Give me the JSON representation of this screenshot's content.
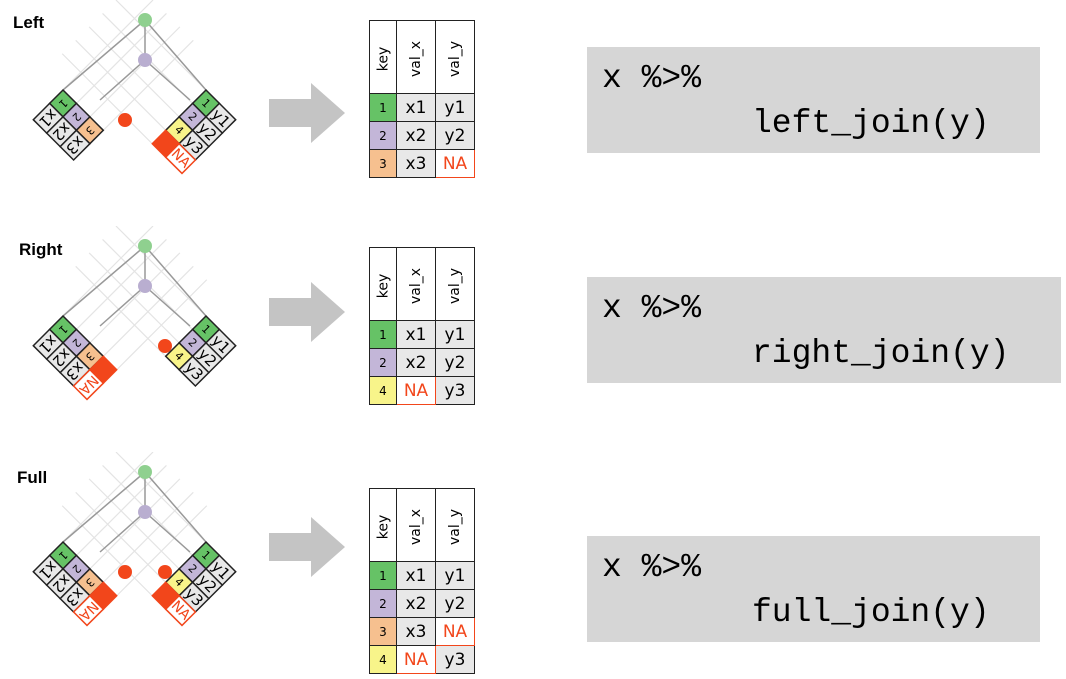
{
  "colors": {
    "key1": "#66c266",
    "key2": "#c3b6d8",
    "key3": "#f6c08f",
    "key4": "#f8f48a",
    "missing": "#f2461b",
    "cell": "#e8e8e8",
    "arrow": "#c4c4c4",
    "code_bg": "#d6d6d6",
    "dot_green": "#8fd08f",
    "dot_purple": "#b9aed0"
  },
  "table_headers": [
    "key",
    "val_x",
    "val_y"
  ],
  "joins": [
    {
      "label": "Left",
      "code_line1": "x %>%",
      "code_line2": "left_join(y)",
      "rows": [
        {
          "key": "1",
          "key_color": "key1",
          "val_x": "x1",
          "val_y": "y1",
          "x_na": false,
          "y_na": false
        },
        {
          "key": "2",
          "key_color": "key2",
          "val_x": "x2",
          "val_y": "y2",
          "x_na": false,
          "y_na": false
        },
        {
          "key": "3",
          "key_color": "key3",
          "val_x": "x3",
          "val_y": "NA",
          "x_na": false,
          "y_na": true
        }
      ],
      "x_table": [
        {
          "key": "1",
          "key_color": "key1",
          "val": "x1",
          "na": false
        },
        {
          "key": "2",
          "key_color": "key2",
          "val": "x2",
          "na": false
        },
        {
          "key": "3",
          "key_color": "key3",
          "val": "x3",
          "na": false
        }
      ],
      "y_table": [
        {
          "key": "1",
          "key_color": "key1",
          "val": "y1",
          "na": false
        },
        {
          "key": "2",
          "key_color": "key2",
          "val": "y2",
          "na": false
        },
        {
          "key": "4",
          "key_color": "key4",
          "val": "y3",
          "na": false
        },
        {
          "key": "",
          "key_color": "missing",
          "val": "NA",
          "na": true
        }
      ]
    },
    {
      "label": "Right",
      "code_line1": "x %>%",
      "code_line2": "right_join(y)",
      "rows": [
        {
          "key": "1",
          "key_color": "key1",
          "val_x": "x1",
          "val_y": "y1",
          "x_na": false,
          "y_na": false
        },
        {
          "key": "2",
          "key_color": "key2",
          "val_x": "x2",
          "val_y": "y2",
          "x_na": false,
          "y_na": false
        },
        {
          "key": "4",
          "key_color": "key4",
          "val_x": "NA",
          "val_y": "y3",
          "x_na": true,
          "y_na": false
        }
      ],
      "x_table": [
        {
          "key": "1",
          "key_color": "key1",
          "val": "x1",
          "na": false
        },
        {
          "key": "2",
          "key_color": "key2",
          "val": "x2",
          "na": false
        },
        {
          "key": "3",
          "key_color": "key3",
          "val": "x3",
          "na": false
        },
        {
          "key": "",
          "key_color": "missing",
          "val": "NA",
          "na": true
        }
      ],
      "y_table": [
        {
          "key": "1",
          "key_color": "key1",
          "val": "y1",
          "na": false
        },
        {
          "key": "2",
          "key_color": "key2",
          "val": "y2",
          "na": false
        },
        {
          "key": "4",
          "key_color": "key4",
          "val": "y3",
          "na": false
        }
      ]
    },
    {
      "label": "Full",
      "code_line1": "x %>%",
      "code_line2": "full_join(y)",
      "rows": [
        {
          "key": "1",
          "key_color": "key1",
          "val_x": "x1",
          "val_y": "y1",
          "x_na": false,
          "y_na": false
        },
        {
          "key": "2",
          "key_color": "key2",
          "val_x": "x2",
          "val_y": "y2",
          "x_na": false,
          "y_na": false
        },
        {
          "key": "3",
          "key_color": "key3",
          "val_x": "x3",
          "val_y": "NA",
          "x_na": false,
          "y_na": true
        },
        {
          "key": "4",
          "key_color": "key4",
          "val_x": "NA",
          "val_y": "y3",
          "x_na": true,
          "y_na": false
        }
      ],
      "x_table": [
        {
          "key": "1",
          "key_color": "key1",
          "val": "x1",
          "na": false
        },
        {
          "key": "2",
          "key_color": "key2",
          "val": "x2",
          "na": false
        },
        {
          "key": "3",
          "key_color": "key3",
          "val": "x3",
          "na": false
        },
        {
          "key": "",
          "key_color": "missing",
          "val": "NA",
          "na": true
        }
      ],
      "y_table": [
        {
          "key": "1",
          "key_color": "key1",
          "val": "y1",
          "na": false
        },
        {
          "key": "2",
          "key_color": "key2",
          "val": "y2",
          "na": false
        },
        {
          "key": "4",
          "key_color": "key4",
          "val": "y3",
          "na": false
        },
        {
          "key": "",
          "key_color": "missing",
          "val": "NA",
          "na": true
        }
      ]
    }
  ]
}
